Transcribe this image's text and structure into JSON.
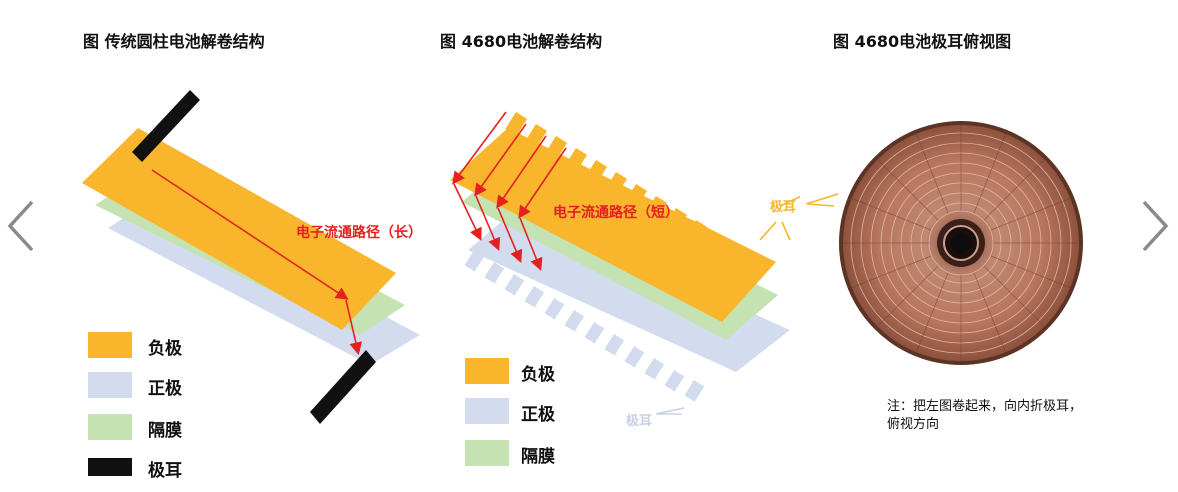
{
  "titles": {
    "left": "图 传统圆柱电池解卷结构",
    "middle": "图 4680电池解卷结构",
    "right": "图 4680电池极耳俯视图"
  },
  "annotations": {
    "path_long": "电子流通路径（长）",
    "path_short": "电子流通路径（短）",
    "tab_label": "极耳",
    "tab_label_faded": "极耳"
  },
  "legend_left": [
    {
      "label": "负极",
      "color": "#f9b62d"
    },
    {
      "label": "正极",
      "color": "#d3dcef"
    },
    {
      "label": "隔膜",
      "color": "#c4e2b2"
    },
    {
      "label": "极耳",
      "color": "#111111"
    }
  ],
  "legend_middle": [
    {
      "label": "负极",
      "color": "#f9b62d"
    },
    {
      "label": "正极",
      "color": "#d3dcef"
    },
    {
      "label": "隔膜",
      "color": "#c4e2b2"
    }
  ],
  "note": {
    "line1": "注：把左图卷起来，向内折极耳，",
    "line2": "俯视方向"
  },
  "nav": {
    "prev_icon": "chevron-left-icon",
    "next_icon": "chevron-right-icon"
  },
  "colors": {
    "anode": "#f9b62d",
    "cathode": "#d3dcef",
    "separator": "#c4e2b2",
    "tab": "#111111",
    "arrow": "#e52020",
    "copper": "#b8765d"
  }
}
